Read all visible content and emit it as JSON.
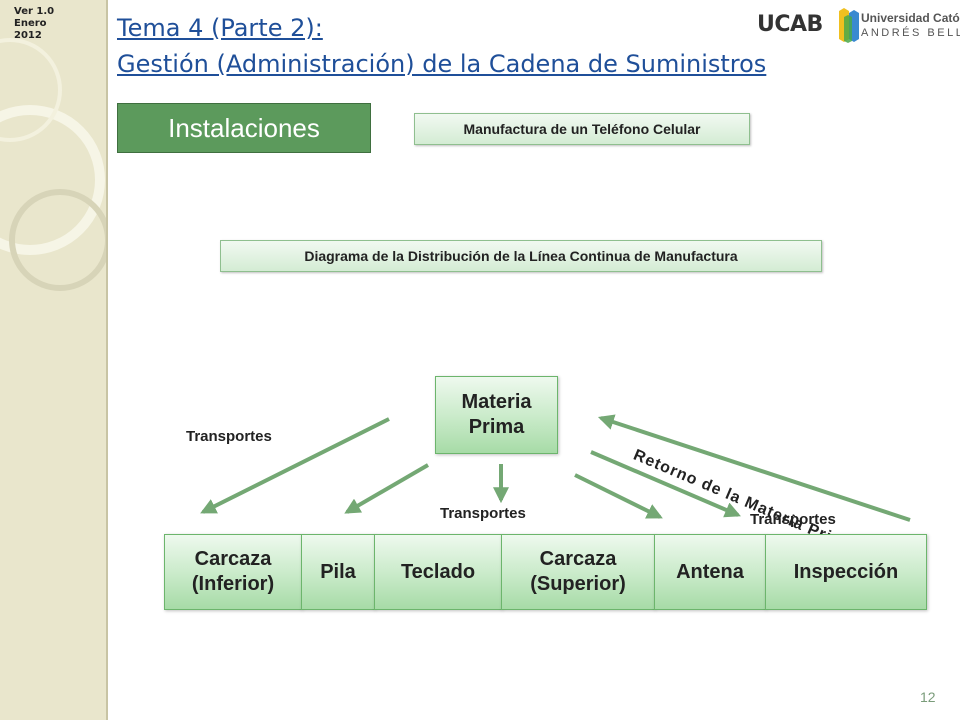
{
  "version": {
    "line1": "Ver 1.0",
    "line2": "Enero",
    "line3": "2012"
  },
  "title": {
    "line1": "Tema 4 (Parte 2):",
    "line2": "Gestión (Administración) de la Cadena de Suministros"
  },
  "logo": {
    "brand": "UCAB",
    "name_line1": "Universidad Católica",
    "name_line2": "ANDRÉS BELLO"
  },
  "section_label": "Instalaciones",
  "manufacture_label": "Manufactura de un Teléfono Celular",
  "diagram_label": "Diagrama de la Distribución de la Línea Continua de Manufactura",
  "raw_material": {
    "line1": "Materia",
    "line2": "Prima"
  },
  "stations": [
    {
      "line1": "Carcaza",
      "line2": "(Inferior)"
    },
    {
      "line1": "Pila",
      "line2": ""
    },
    {
      "line1": "Teclado",
      "line2": ""
    },
    {
      "line1": "Carcaza",
      "line2": "(Superior)"
    },
    {
      "line1": "Antena",
      "line2": ""
    },
    {
      "line1": "Inspección",
      "line2": ""
    }
  ],
  "transport_labels": [
    "Transportes",
    "Transportes",
    "Transportes"
  ],
  "return_label": "Retorno de la Materia Prima",
  "page_number": "12",
  "colors": {
    "accent_green": "#5c9a5c",
    "arrow_green": "#74a874",
    "title_blue": "#1f4f99"
  }
}
